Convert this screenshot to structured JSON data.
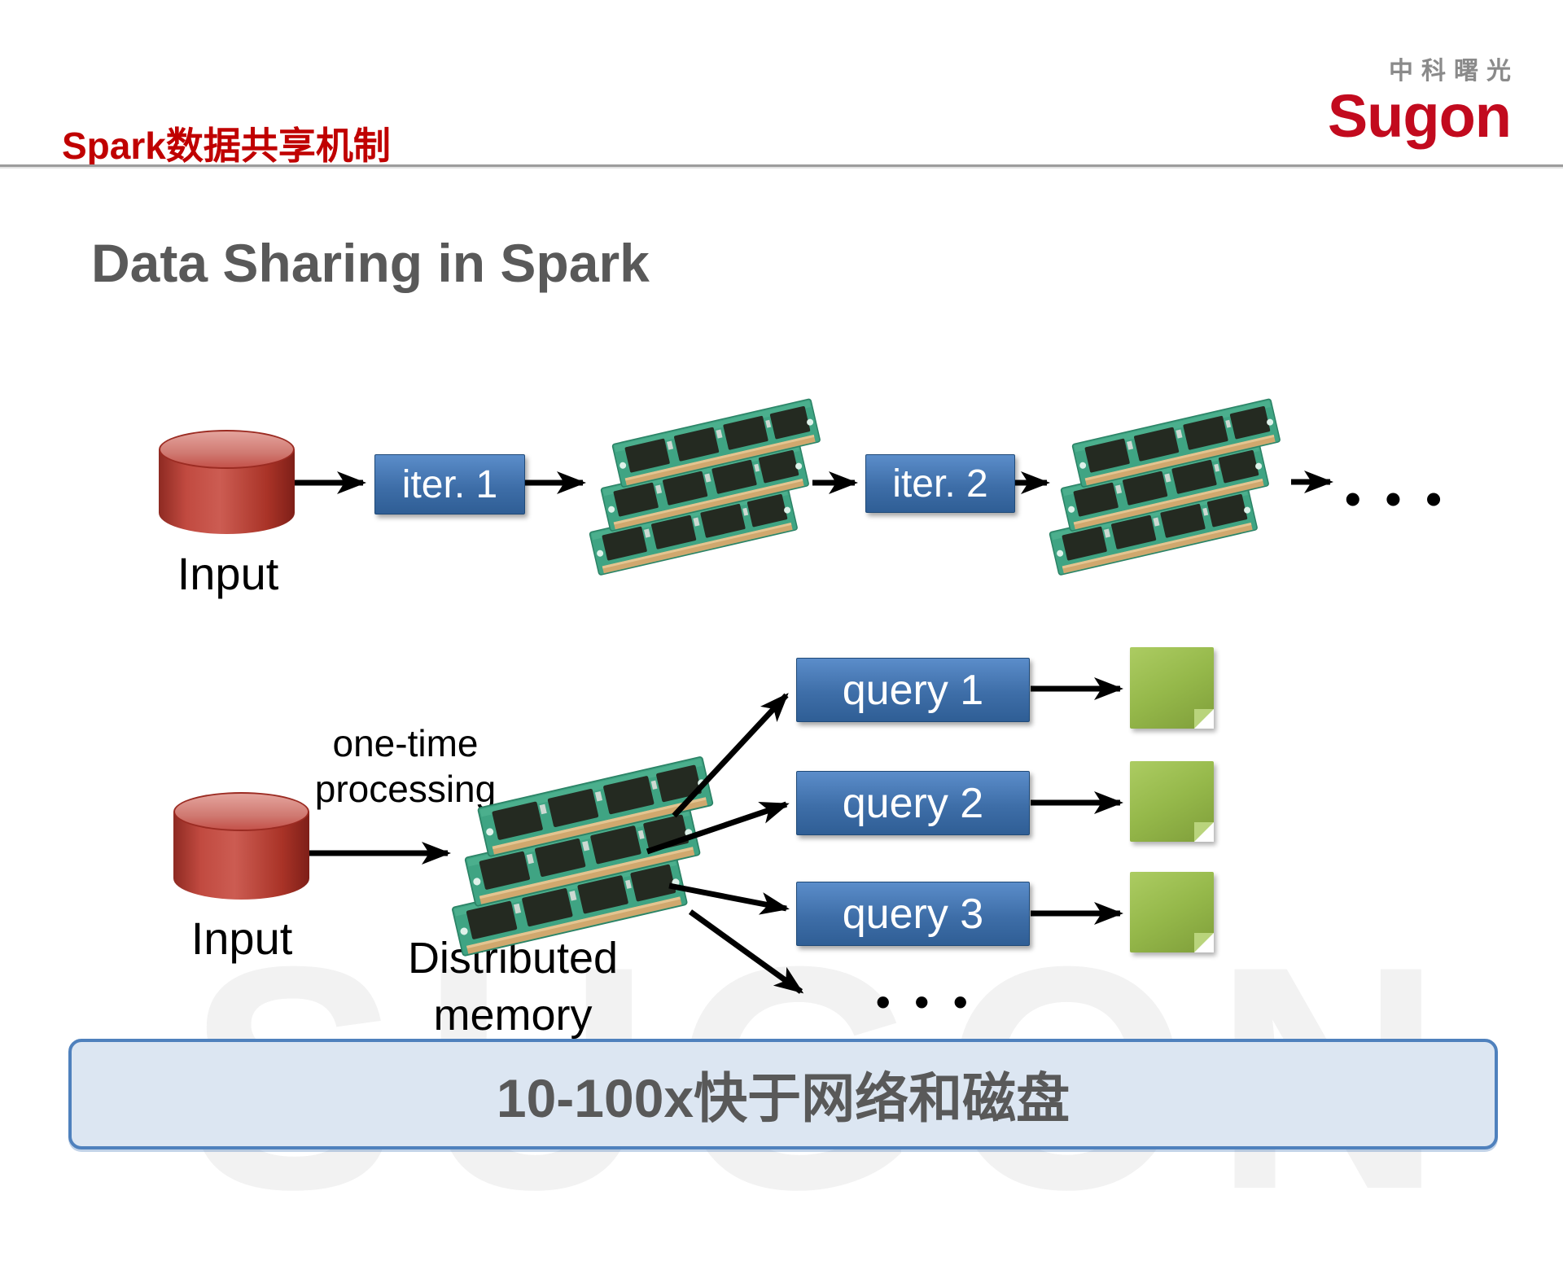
{
  "header": {
    "title": "Spark数据共享机制",
    "logo_cn": "中科曙光",
    "logo_en": "Sugon"
  },
  "slide": {
    "heading": "Data Sharing in Spark",
    "banner": "10-100x快于网络和磁盘"
  },
  "top_flow": {
    "input_label": "Input",
    "iter1_label": "iter. 1",
    "iter2_label": "iter. 2",
    "ellipsis": "•••"
  },
  "bottom_flow": {
    "input_label": "Input",
    "one_time_label": "one-time processing",
    "memory_label": "Distributed memory",
    "queries": [
      "query 1",
      "query 2",
      "query 3"
    ],
    "ellipsis": "•••"
  },
  "colors": {
    "title_red": "#C00000",
    "logo_red": "#C20A1E",
    "heading_gray": "#595959",
    "box_blue_top": "#5B8DCA",
    "box_blue_bottom": "#2F5E95",
    "cylinder_red": "#B23A30",
    "ram_pcb_green": "#3FA483",
    "note_green": "#95B84A",
    "banner_bg": "#DCE6F2",
    "banner_border": "#4F81BD"
  }
}
